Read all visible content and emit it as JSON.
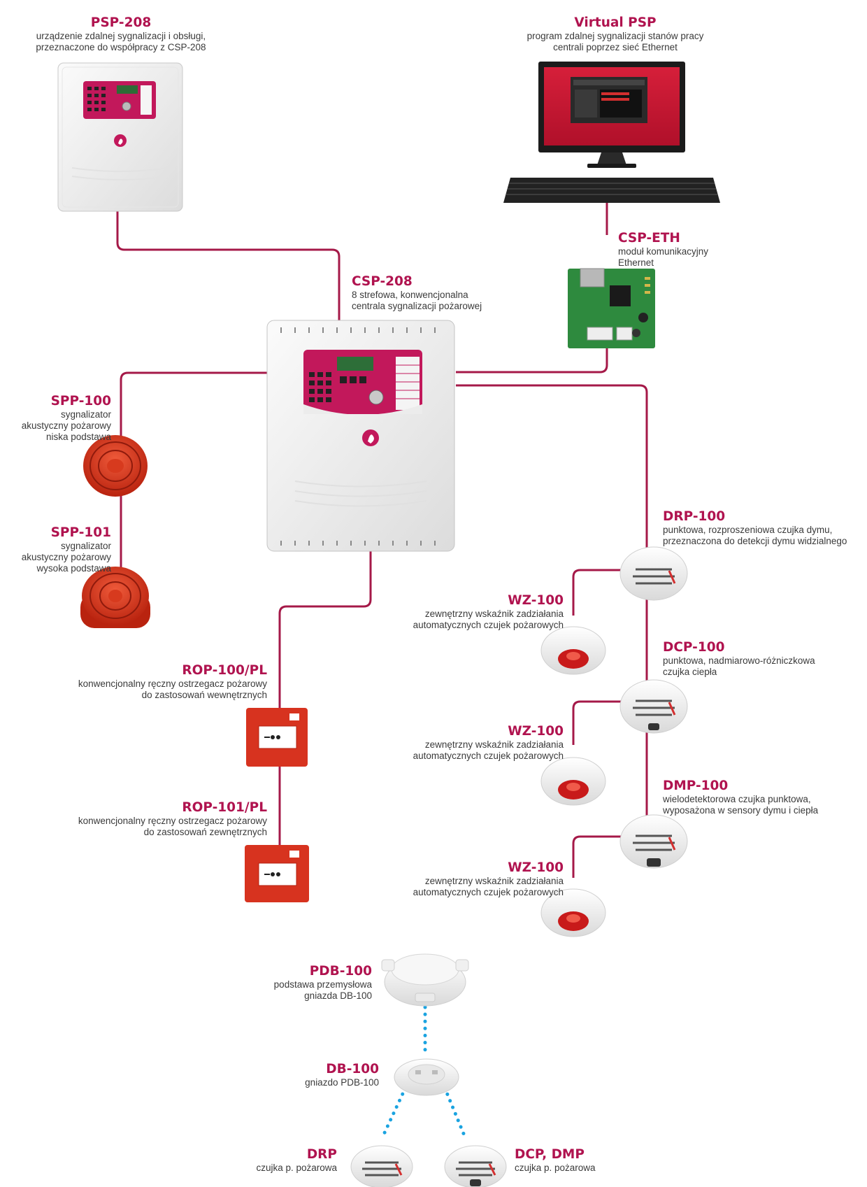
{
  "colors": {
    "wire": "#a51948",
    "accent": "#b0134f",
    "dotted": "#1aa3e0",
    "text": "#3a3a3a"
  },
  "devices": {
    "psp208": {
      "title": "PSP-208",
      "desc1": "urządzenie zdalnej sygnalizacji i obsługi,",
      "desc2": "przeznaczone do współpracy z CSP-208"
    },
    "virtual": {
      "title": "Virtual PSP",
      "desc1": "program zdalnej sygnalizacji stanów pracy",
      "desc2": "centrali poprzez sieć Ethernet"
    },
    "cspeth": {
      "title": "CSP-ETH",
      "desc1": "moduł komunikacyjny",
      "desc2": "Ethernet"
    },
    "csp208": {
      "title": "CSP-208",
      "desc1": "8 strefowa, konwencjonalna",
      "desc2": "centrala sygnalizacji pożarowej"
    },
    "spp100": {
      "title": "SPP-100",
      "desc1": "sygnalizator",
      "desc2": "akustyczny pożarowy",
      "desc3": "niska podstawa"
    },
    "spp101": {
      "title": "SPP-101",
      "desc1": "sygnalizator",
      "desc2": "akustyczny pożarowy",
      "desc3": "wysoka podstawa"
    },
    "drp100": {
      "title": "DRP-100",
      "desc1": "punktowa, rozproszeniowa czujka dymu,",
      "desc2": "przeznaczona do detekcji dymu widzialnego"
    },
    "wz1": {
      "title": "WZ-100",
      "desc1": "zewnętrzny wskaźnik zadziałania",
      "desc2": "automatycznych czujek pożarowych"
    },
    "dcp100": {
      "title": "DCP-100",
      "desc1": "punktowa, nadmiarowo-różniczkowa",
      "desc2": "czujka ciepła"
    },
    "wz2": {
      "title": "WZ-100",
      "desc1": "zewnętrzny wskaźnik zadziałania",
      "desc2": "automatycznych czujek pożarowych"
    },
    "dmp100": {
      "title": "DMP-100",
      "desc1": "wielodetektorowa czujka punktowa,",
      "desc2": "wyposażona w sensory dymu i ciepła"
    },
    "wz3": {
      "title": "WZ-100",
      "desc1": "zewnętrzny wskaźnik zadziałania",
      "desc2": "automatycznych czujek pożarowych"
    },
    "rop100": {
      "title": "ROP-100/PL",
      "desc1": "konwencjonalny ręczny ostrzegacz pożarowy",
      "desc2": "do zastosowań wewnętrznych"
    },
    "rop101": {
      "title": "ROP-101/PL",
      "desc1": "konwencjonalny ręczny ostrzegacz pożarowy",
      "desc2": "do zastosowań zewnętrznych"
    },
    "pdb100": {
      "title": "PDB-100",
      "desc1": "podstawa przemysłowa",
      "desc2": "gniazda DB-100"
    },
    "db100": {
      "title": "DB-100",
      "desc1": "gniazdo PDB-100"
    },
    "drp": {
      "title": "DRP",
      "desc1": "czujka p. pożarowa"
    },
    "dcpdmp": {
      "title": "DCP, DMP",
      "desc1": "czujka p. pożarowa"
    }
  }
}
